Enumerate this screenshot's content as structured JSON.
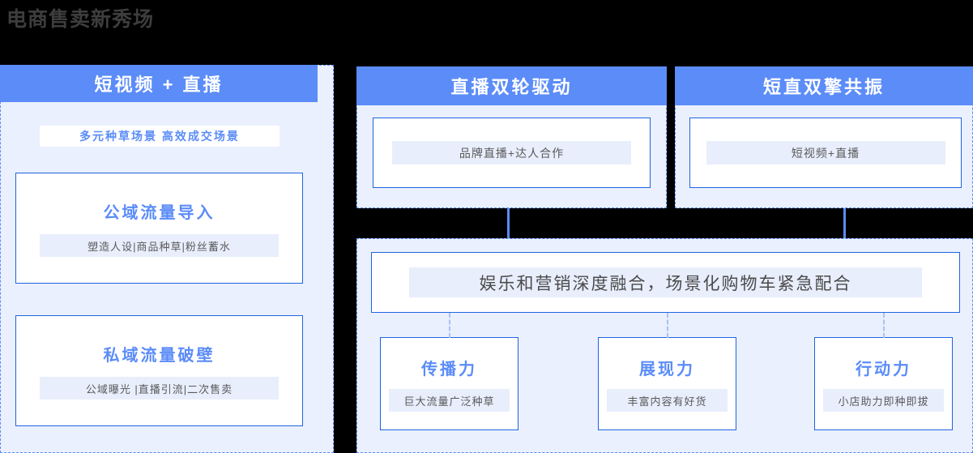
{
  "page": {
    "title": "电商售卖新秀场",
    "title_color": "#3d3d3d",
    "background": "#000000",
    "accent": "#5b8cf8",
    "panel_bg": "#eaf0fd",
    "card_border": "#1f64e0",
    "chip_bg": "#e8eefc"
  },
  "columns": {
    "left": {
      "header": "短视频 + 直播",
      "banner_chip": "多元种草场景  高效成交场景",
      "cards": [
        {
          "title": "公域流量导入",
          "sub": "塑造人设|商品种草|粉丝蓄水"
        },
        {
          "title": "私域流量破壁",
          "sub": "公域曝光 |直播引流|二次售卖"
        }
      ]
    },
    "middle": {
      "header": "直播双轮驱动",
      "card": {
        "sub": "品牌直播+达人合作"
      }
    },
    "right": {
      "header": "短直双擎共振",
      "card": {
        "sub": "短视频+直播"
      }
    }
  },
  "bottom": {
    "banner": "娱乐和营销深度融合，场景化购物车紧急配合",
    "cards": [
      {
        "title": "传播力",
        "sub": "巨大流量广泛种草"
      },
      {
        "title": "展现力",
        "sub": "丰富内容有好货"
      },
      {
        "title": "行动力",
        "sub": "小店助力即种即拔"
      }
    ]
  }
}
